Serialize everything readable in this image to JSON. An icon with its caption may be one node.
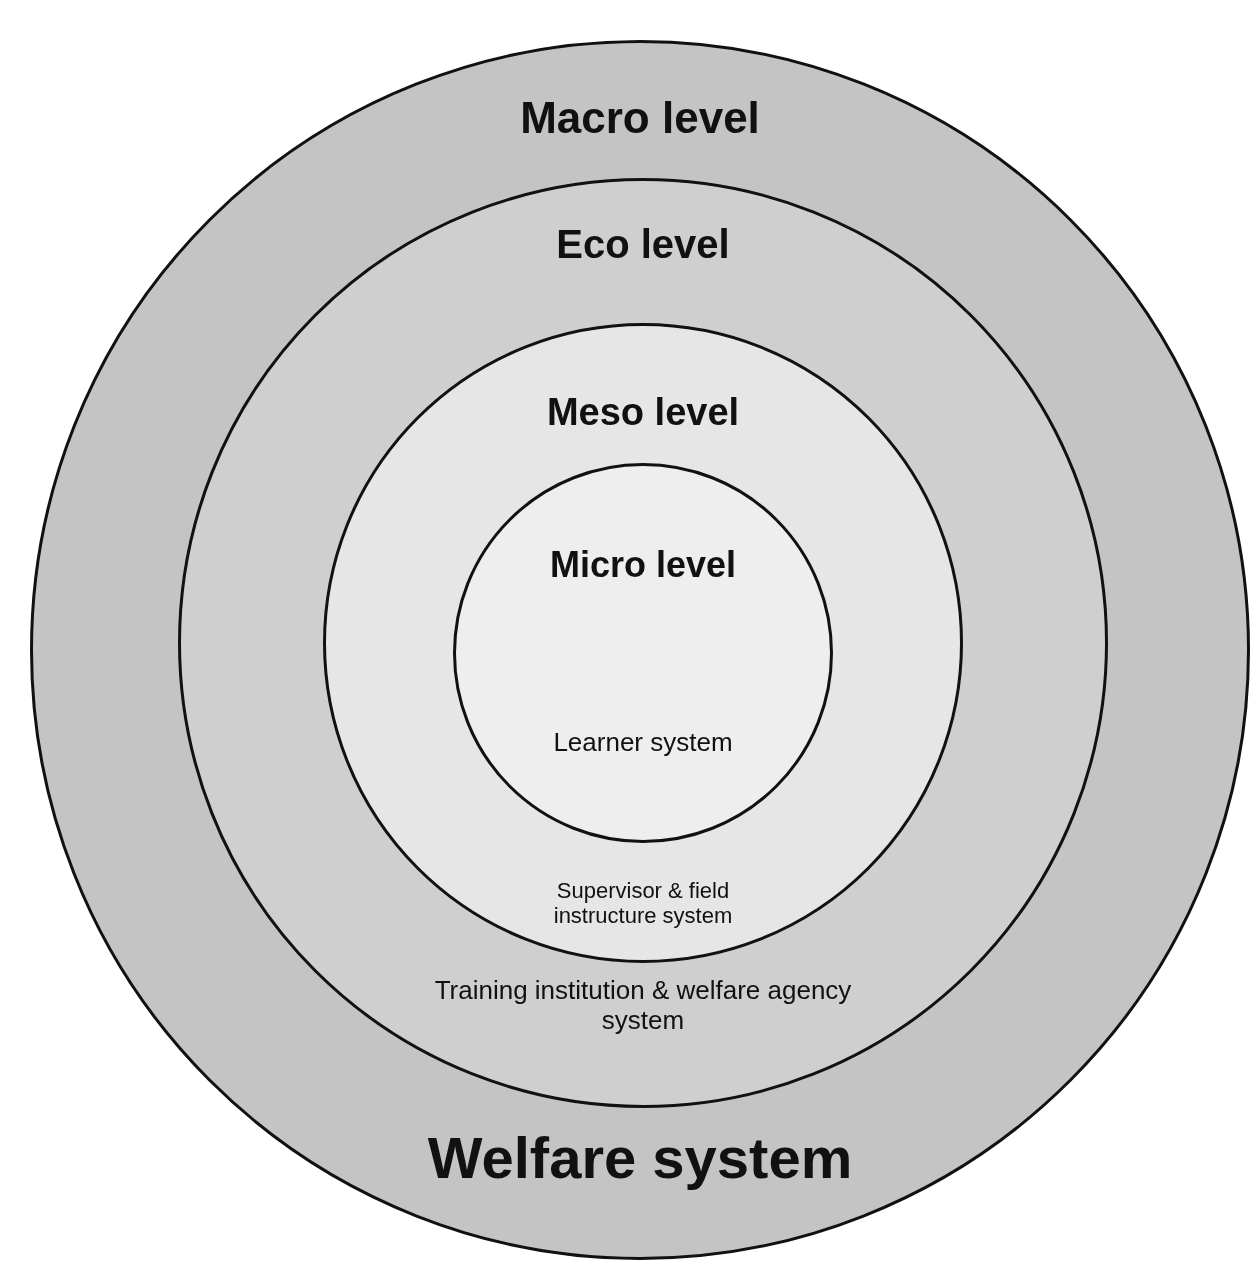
{
  "diagram": {
    "nodes": [
      {
        "text": [
          "Macro level",
          "Welfare system"
        ]
      },
      {
        "text": [
          "Eco level",
          "Training institution & welfare agency system"
        ],
        "in": 0
      },
      {
        "text": [
          "Meso level",
          "Supervisor & field instructure system"
        ],
        "in": 1
      },
      {
        "text": [
          "Micro level",
          "Learner system"
        ],
        "in": 2
      }
    ]
  }
}
